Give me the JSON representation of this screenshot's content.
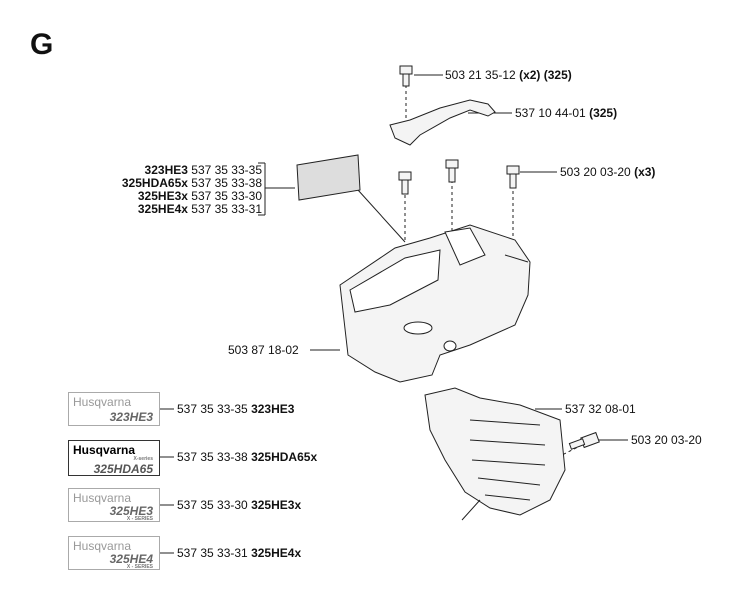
{
  "section_letter": "G",
  "colors": {
    "line": "#222222",
    "part_fill": "#f4f4f4",
    "decal_border": "#aaaaaa"
  },
  "callouts": [
    {
      "id": "screw-top",
      "number": "503 21 35-12",
      "qualifier": "(x2) (325)"
    },
    {
      "id": "bracket",
      "number": "537 10 44-01",
      "qualifier": "(325)"
    },
    {
      "id": "screws-x3",
      "number": "503 20 03-20",
      "qualifier": "(x3)"
    },
    {
      "id": "cover",
      "number": "503 87 18-02",
      "qualifier": ""
    },
    {
      "id": "filter-cover",
      "number": "537 32 08-01",
      "qualifier": ""
    },
    {
      "id": "screw-filter",
      "number": "503 20 03-20",
      "qualifier": ""
    }
  ],
  "label_kits": [
    {
      "model": "323HE3",
      "number": "537 35 33-35"
    },
    {
      "model": "325HDA65x",
      "number": "537 35 33-38"
    },
    {
      "model": "325HE3x",
      "number": "537 35 33-30"
    },
    {
      "model": "325HE4x",
      "number": "537 35 33-31"
    }
  ],
  "decals": [
    {
      "brand": "Husqvarna",
      "model_text": "323",
      "suffix": "HE3",
      "series": "",
      "number": "537 35 33-35",
      "model": "323HE3",
      "dark": false
    },
    {
      "brand": "Husqvarna",
      "model_text": "325HDA65",
      "suffix": "",
      "series": "X-series",
      "number": "537 35 33-38",
      "model": "325HDA65x",
      "dark": true
    },
    {
      "brand": "Husqvarna",
      "model_text": "325",
      "suffix": "HE3",
      "series": "X - SERIES",
      "number": "537 35 33-30",
      "model": "325HE3x",
      "dark": false
    },
    {
      "brand": "Husqvarna",
      "model_text": "325",
      "suffix": "HE4",
      "series": "X - SERIES",
      "number": "537 35 33-31",
      "model": "325HE4x",
      "dark": false
    }
  ]
}
